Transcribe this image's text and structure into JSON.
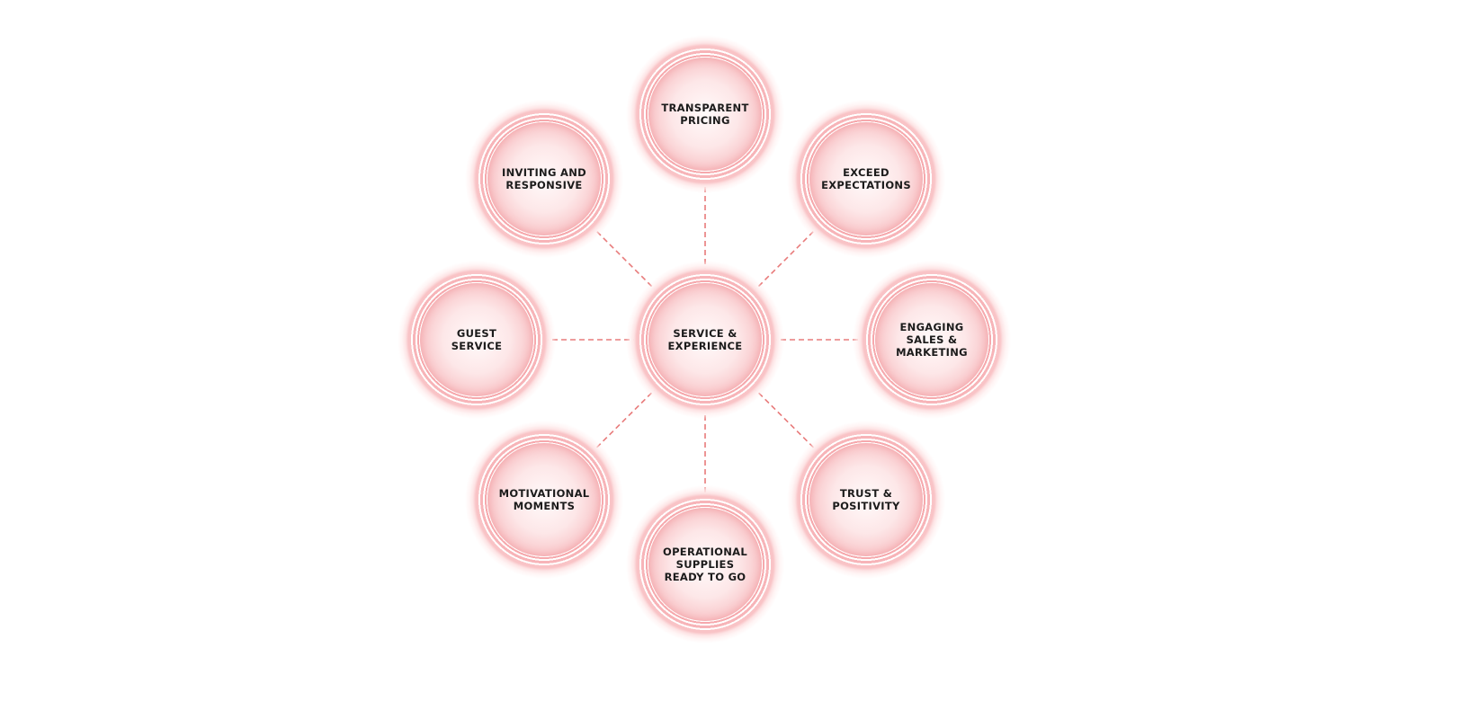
{
  "colors": {
    "connector": "#e87b7b",
    "ring": "#f6a9ad",
    "core_edge": "#f29ca1",
    "label": "#1b1b1b"
  },
  "diagram": {
    "center": {
      "label": "SERVICE &\nEXPERIENCE"
    },
    "nodes": [
      {
        "id": "transparent-pricing",
        "label": "TRANSPARENT\nPRICING"
      },
      {
        "id": "exceed-expectations",
        "label": "EXCEED\nEXPECTATIONS"
      },
      {
        "id": "engaging-sales-marketing",
        "label": "ENGAGING\nSALES &\nMARKETING"
      },
      {
        "id": "trust-positivity",
        "label": "TRUST &\nPOSITIVITY"
      },
      {
        "id": "operational-supplies",
        "label": "OPERATIONAL\nSUPPLIES\nREADY TO GO"
      },
      {
        "id": "motivational-moments",
        "label": "MOTIVATIONAL\nMOMENTS"
      },
      {
        "id": "guest-service",
        "label": "GUEST\nSERVICE"
      },
      {
        "id": "inviting-responsive",
        "label": "INVITING AND\nRESPONSIVE"
      }
    ]
  }
}
